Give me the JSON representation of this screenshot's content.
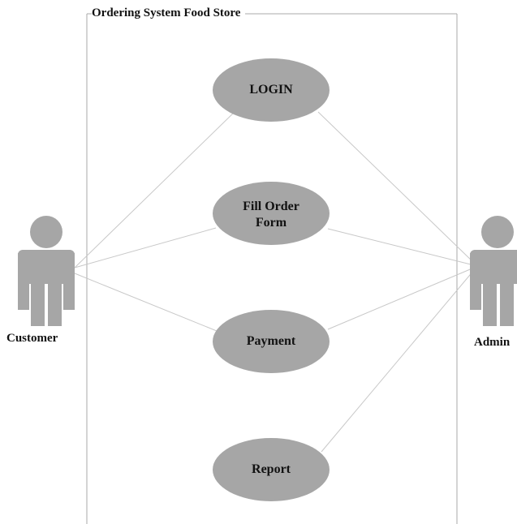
{
  "system": {
    "title": "Ordering System Food Store"
  },
  "actors": {
    "customer": "Customer",
    "admin": "Admin"
  },
  "use_cases": {
    "login": "LOGIN",
    "fill_order_form": "Fill Order\nForm",
    "payment": "Payment",
    "report": "Report"
  },
  "colors": {
    "use_case_fill": "#a6a6a6",
    "actor_fill": "#a6a6a6",
    "line": "#c8c8c8",
    "boundary": "#a8a8a8"
  }
}
